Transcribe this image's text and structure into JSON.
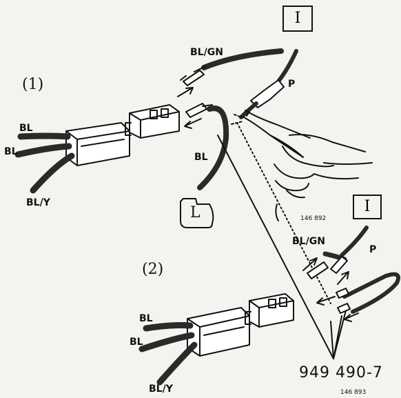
{
  "figure": {
    "step1_label": "(1)",
    "step2_label": "(2)",
    "wires": {
      "bl_gn_top": "BL/GN",
      "p_top": "P",
      "bl_mid": "BL",
      "bl_a": "BL",
      "bl_b": "BL",
      "bl_y": "BL/Y",
      "bl_gn_lower": "BL/GN",
      "p_lower": "P",
      "bl_c": "BL",
      "bl_d": "BL",
      "bl_y_lower": "BL/Y"
    },
    "tags": {
      "instrument_top": "I",
      "instrument_lower": "I",
      "lamp": "L"
    },
    "tool_number": "949 490-7",
    "ref_top": "146 892",
    "ref_bottom": "146 893",
    "pointer_mark": "("
  },
  "colors": {
    "line": "#111111",
    "wire": "#2a2a2a",
    "background": "#f4f3ef",
    "connector_fill": "#ffffff"
  }
}
